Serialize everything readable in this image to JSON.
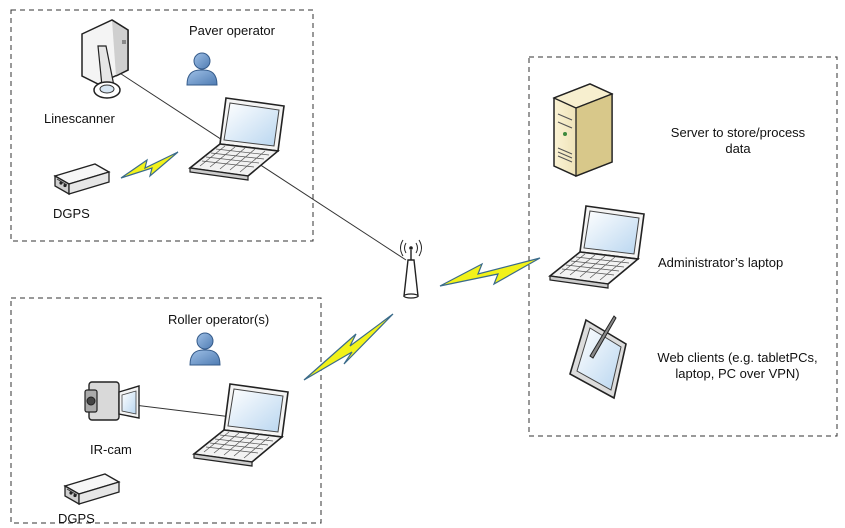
{
  "groups": {
    "paver": {
      "title": "Paver operator",
      "linescanner_label": "Linescanner",
      "dgps_label": "DGPS"
    },
    "roller": {
      "title": "Roller operator(s)",
      "ircam_label": "IR-cam",
      "dgps_label": "DGPS"
    },
    "office": {
      "server_label_line1": "Server to store/process",
      "server_label_line2": "data",
      "admin_label": "Administrator’s laptop",
      "clients_label_line1": "Web clients (e.g. tabletPCs,",
      "clients_label_line2": "laptop, PC over VPN)"
    }
  },
  "colors": {
    "lightning_fill": "#f2f21a",
    "lightning_stroke": "#3a6b8a",
    "person": "#6f97c9",
    "screen": "#cfe3f5",
    "server": "#efe3b4"
  }
}
